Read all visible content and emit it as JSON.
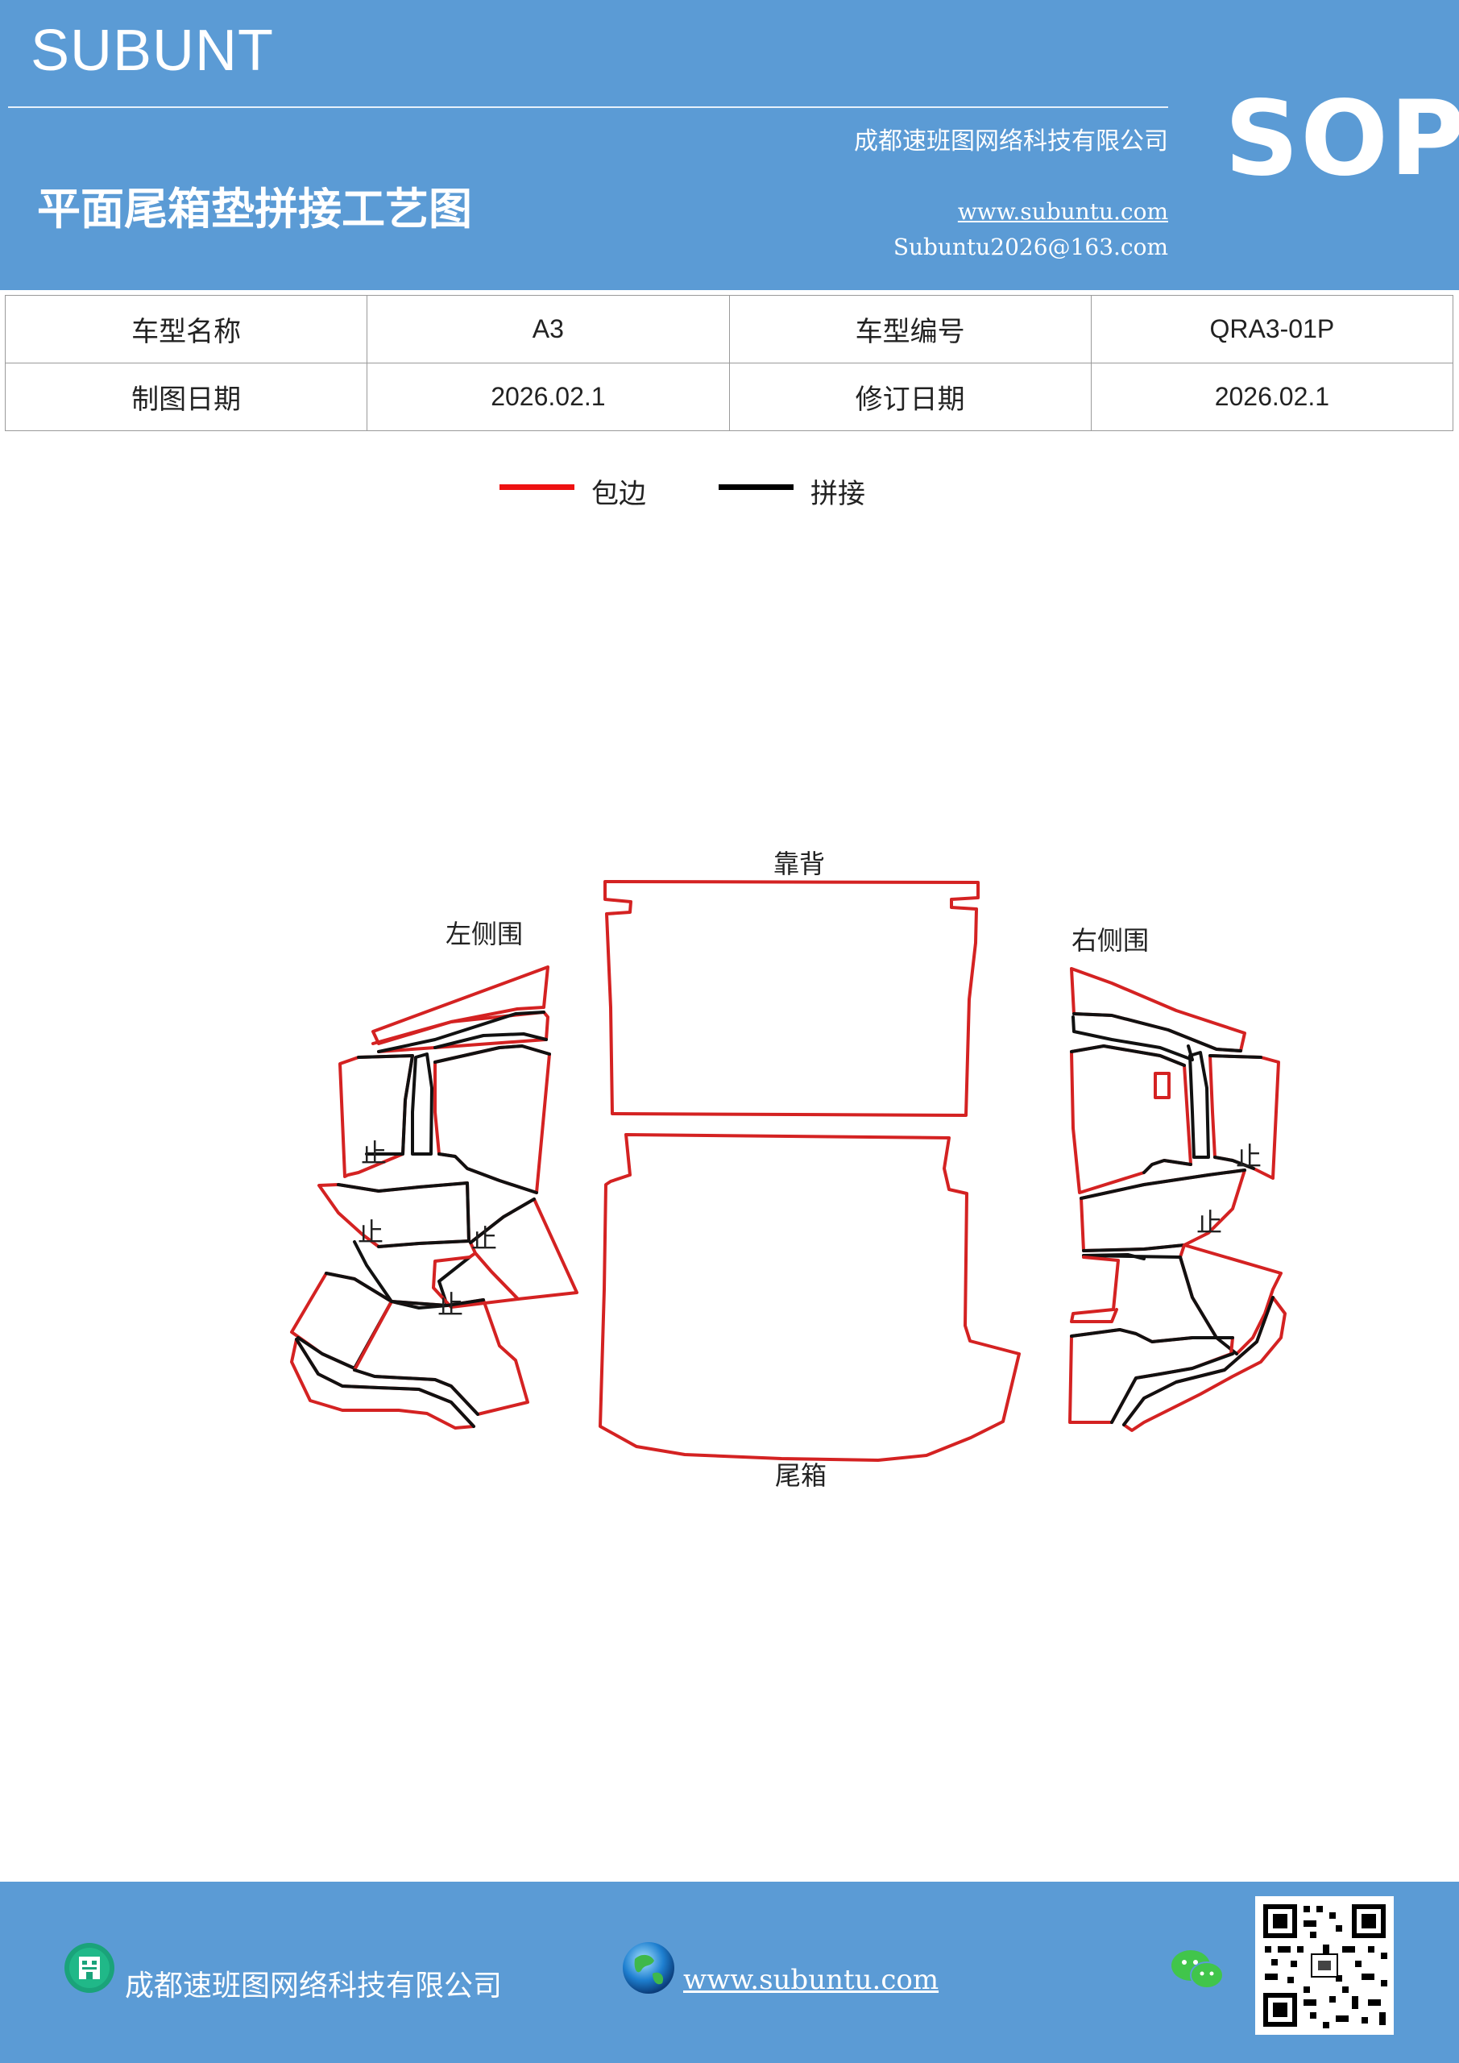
{
  "header": {
    "brand": "SUBUNT",
    "company": "成都速班图网络科技有限公司",
    "title": "平面尾箱垫拼接工艺图",
    "website": "www.subuntu.com",
    "email": "Subuntu2026@163.com",
    "badge": "SOP"
  },
  "info_table": {
    "rows": [
      {
        "label1": "车型名称",
        "value1": "A3",
        "label2": "车型编号",
        "value2": "QRA3-01P"
      },
      {
        "label1": "制图日期",
        "value1": "2026.02.1",
        "label2": "修订日期",
        "value2": "2026.02.1"
      }
    ]
  },
  "legend": {
    "items": [
      {
        "label": "包边",
        "color": "#ee1111"
      },
      {
        "label": "拼接",
        "color": "#000000"
      }
    ]
  },
  "diagram": {
    "labels": {
      "backrest": "靠背",
      "left_side": "左侧围",
      "right_side": "右侧围",
      "trunk": "尾箱"
    },
    "stop_mark": "止",
    "edge_color": "#d42222",
    "seam_color": "#111111"
  },
  "footer": {
    "company": "成都速班图网络科技有限公司",
    "website": "www.subuntu.com",
    "icons": [
      "building-icon",
      "globe-icon",
      "wechat-icon",
      "qr-code"
    ]
  }
}
